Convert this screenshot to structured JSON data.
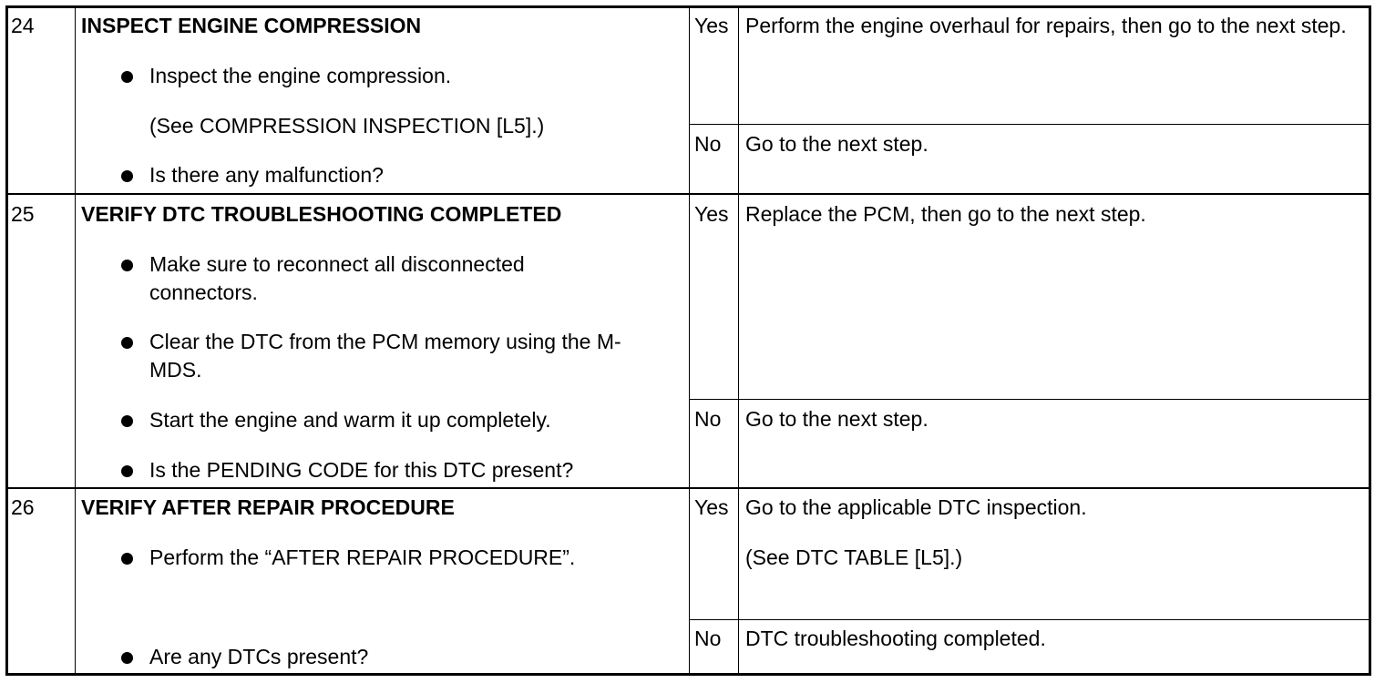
{
  "steps": [
    {
      "number": "24",
      "title": "INSPECT ENGINE COMPRESSION",
      "items": [
        "Inspect the engine compression.",
        "(See COMPRESSION INSPECTION [L5].)",
        "Is there any malfunction?"
      ],
      "yes_label": "Yes",
      "yes_action": "Perform the engine overhaul for repairs, then go to the next step.",
      "no_label": "No",
      "no_action": "Go to the next step."
    },
    {
      "number": "25",
      "title": "VERIFY DTC TROUBLESHOOTING COMPLETED",
      "items": [
        "Make sure to reconnect all disconnected connectors.",
        "Clear the DTC from the PCM memory using the M-MDS.",
        "Start the engine and warm it up completely.",
        "Is the PENDING CODE for this DTC present?"
      ],
      "yes_label": "Yes",
      "yes_action": "Replace the PCM, then go to the next step.",
      "no_label": "No",
      "no_action": "Go to the next step."
    },
    {
      "number": "26",
      "title": "VERIFY AFTER REPAIR PROCEDURE",
      "items": [
        "Perform the “AFTER REPAIR PROCEDURE”.",
        "Are any DTCs present?"
      ],
      "yes_label": "Yes",
      "yes_action": "Go to the applicable DTC inspection.",
      "yes_note": "(See DTC TABLE [L5].)",
      "no_label": "No",
      "no_action": "DTC troubleshooting completed."
    }
  ]
}
